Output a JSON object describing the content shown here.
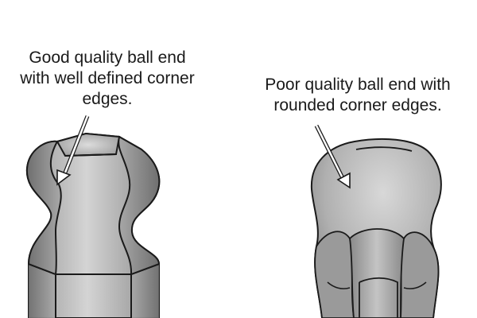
{
  "captions": {
    "good": {
      "line1": "Good quality ball end",
      "line2": "with well defined corner",
      "line3": "edges."
    },
    "poor": {
      "line1": "Poor quality ball end with",
      "line2": "rounded corner edges."
    }
  },
  "colors": {
    "outline": "#1a1a1a",
    "metal_light": "#c9c9c9",
    "metal_mid": "#a9a9a9",
    "metal_dark": "#7d7d7d",
    "background": "#ffffff"
  }
}
